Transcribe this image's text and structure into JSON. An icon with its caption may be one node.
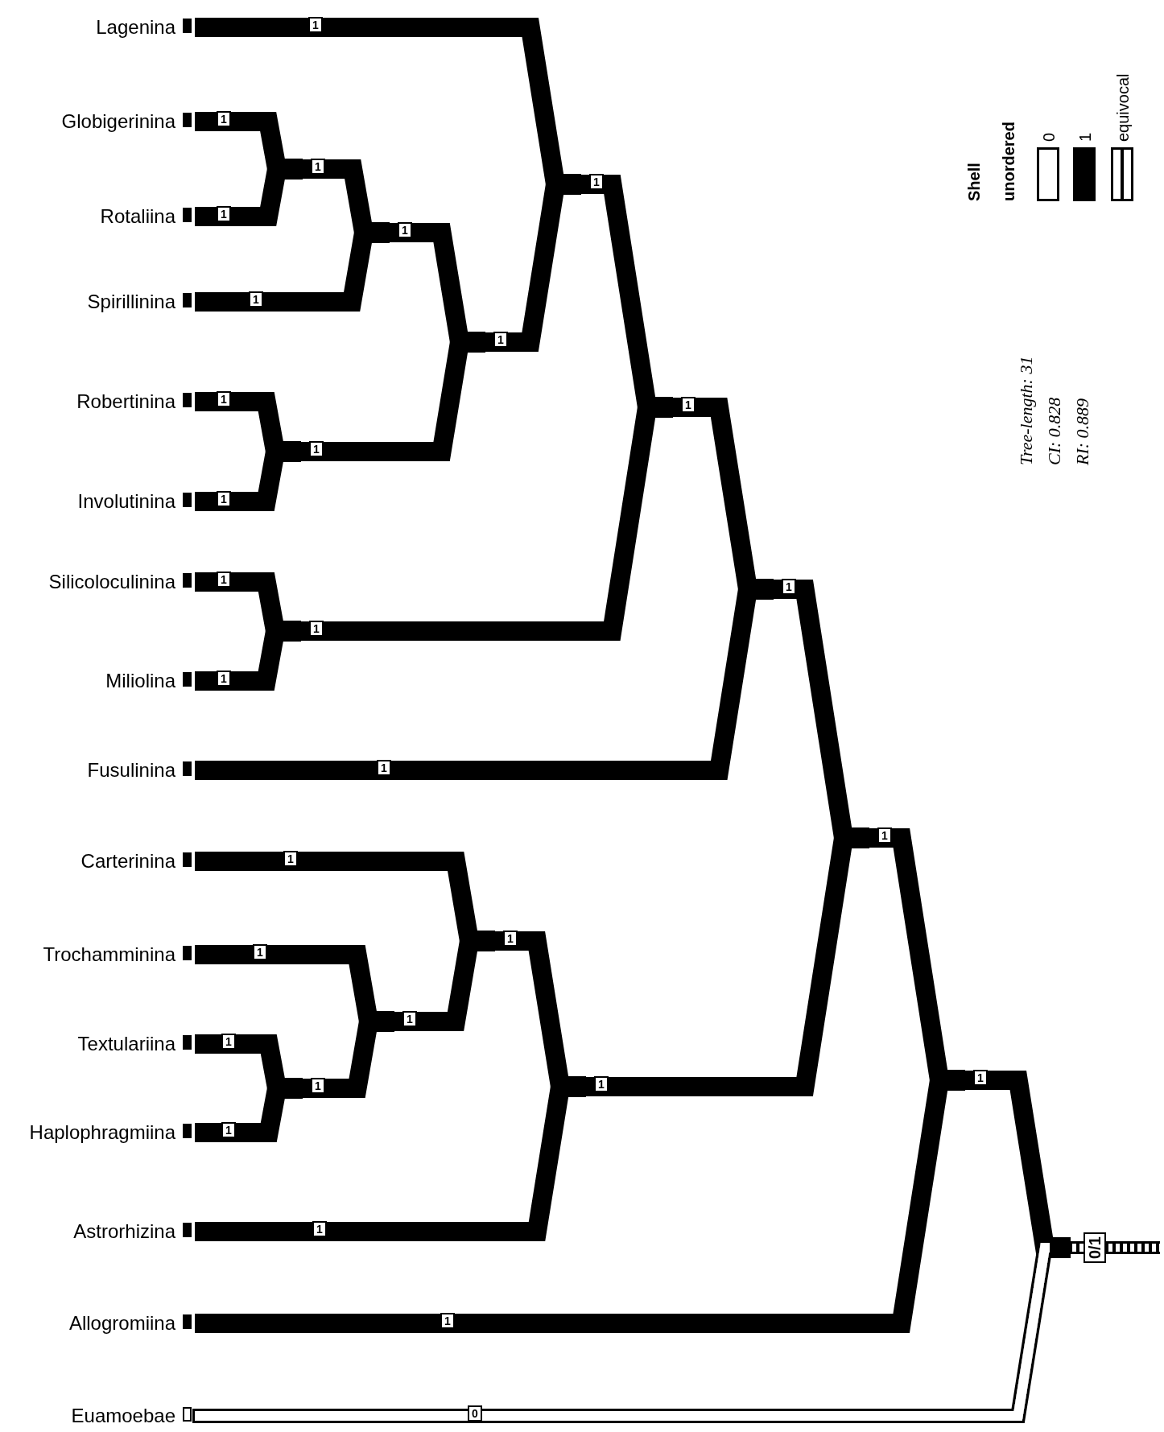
{
  "diagram": {
    "nodes": [
      {
        "text": [
          "Lagenina"
        ]
      },
      {
        "text": [
          "Globigerinina"
        ]
      },
      {
        "text": [
          "Rotaliina"
        ]
      },
      {
        "text": [
          "Spirillinina"
        ]
      },
      {
        "text": [
          "Robertinina"
        ]
      },
      {
        "text": [
          "Involutinina"
        ]
      },
      {
        "text": [
          "Silicoloculinina"
        ]
      },
      {
        "text": [
          "Miliolina"
        ]
      },
      {
        "text": [
          "Fusulinina"
        ]
      },
      {
        "text": [
          "Carterinina"
        ]
      },
      {
        "text": [
          "Trochamminina"
        ]
      },
      {
        "text": [
          "Textulariina"
        ]
      },
      {
        "text": [
          "Haplophragmiina"
        ]
      },
      {
        "text": [
          "Astrorhizina"
        ]
      },
      {
        "text": [
          "Allogromiina"
        ]
      },
      {
        "text": [
          "Euamoebae"
        ]
      },
      {
        "text": [],
        "shape": "point"
      },
      {
        "text": [],
        "shape": "point"
      },
      {
        "text": [],
        "shape": "point"
      },
      {
        "text": [],
        "shape": "point"
      },
      {
        "text": [],
        "shape": "point"
      },
      {
        "text": [],
        "shape": "point"
      },
      {
        "text": [],
        "shape": "point"
      },
      {
        "text": [],
        "shape": "point"
      },
      {
        "text": [],
        "shape": "point"
      },
      {
        "text": [],
        "shape": "point"
      },
      {
        "text": [],
        "shape": "point"
      },
      {
        "text": [],
        "shape": "point"
      },
      {
        "text": [],
        "shape": "point"
      },
      {
        "text": [],
        "shape": "point"
      },
      {
        "text": [],
        "shape": "point"
      }
    ],
    "edges": [
      {
        "from": 1,
        "to": 16,
        "arrow": "none",
        "label": "1"
      },
      {
        "from": 2,
        "to": 16,
        "arrow": "none",
        "label": "1"
      },
      {
        "from": 16,
        "to": 17,
        "arrow": "none",
        "label": "1"
      },
      {
        "from": 3,
        "to": 17,
        "arrow": "none",
        "label": "1"
      },
      {
        "from": 17,
        "to": 19,
        "arrow": "none",
        "label": "1"
      },
      {
        "from": 4,
        "to": 18,
        "arrow": "none",
        "label": "1"
      },
      {
        "from": 5,
        "to": 18,
        "arrow": "none",
        "label": "1"
      },
      {
        "from": 18,
        "to": 19,
        "arrow": "none",
        "label": "1"
      },
      {
        "from": 19,
        "to": 20,
        "arrow": "none",
        "label": "1"
      },
      {
        "from": 0,
        "to": 20,
        "arrow": "none",
        "label": "1"
      },
      {
        "from": 20,
        "to": 22,
        "arrow": "none",
        "label": "1"
      },
      {
        "from": 6,
        "to": 21,
        "arrow": "none",
        "label": "1"
      },
      {
        "from": 7,
        "to": 21,
        "arrow": "none",
        "label": "1"
      },
      {
        "from": 21,
        "to": 22,
        "arrow": "none",
        "label": "1"
      },
      {
        "from": 22,
        "to": 23,
        "arrow": "none",
        "label": "1"
      },
      {
        "from": 8,
        "to": 23,
        "arrow": "none",
        "label": "1"
      },
      {
        "from": 23,
        "to": 28,
        "arrow": "none",
        "label": "1"
      },
      {
        "from": 11,
        "to": 24,
        "arrow": "none",
        "label": "1"
      },
      {
        "from": 12,
        "to": 24,
        "arrow": "none",
        "label": "1"
      },
      {
        "from": 24,
        "to": 25,
        "arrow": "none",
        "label": "1"
      },
      {
        "from": 10,
        "to": 25,
        "arrow": "none",
        "label": "1"
      },
      {
        "from": 25,
        "to": 26,
        "arrow": "none",
        "label": "1"
      },
      {
        "from": 9,
        "to": 26,
        "arrow": "none",
        "label": "1"
      },
      {
        "from": 26,
        "to": 27,
        "arrow": "none",
        "label": "1"
      },
      {
        "from": 13,
        "to": 27,
        "arrow": "none",
        "label": "1"
      },
      {
        "from": 27,
        "to": 28,
        "arrow": "none",
        "label": "1"
      },
      {
        "from": 28,
        "to": 29,
        "arrow": "none",
        "label": "1"
      },
      {
        "from": 14,
        "to": 29,
        "arrow": "none",
        "label": "1"
      },
      {
        "from": 29,
        "to": 30,
        "arrow": "none",
        "label": "1"
      },
      {
        "from": 15,
        "to": 30,
        "arrow": "none",
        "label": "0",
        "color": "#ffffff"
      },
      {
        "from": 30,
        "to": null,
        "arrow": "none",
        "label": "0/1",
        "style": "dashed",
        "color": "#ffffff"
      }
    ],
    "labels": [
      "Shell",
      "unordered",
      "Tree-length: 31",
      "CI: 0.828",
      "RI: 0.889"
    ],
    "legend": [
      {
        "text": "0",
        "color": "#ffffff"
      },
      {
        "text": "1",
        "color": "#000000"
      },
      {
        "text": "equivocal"
      }
    ]
  }
}
